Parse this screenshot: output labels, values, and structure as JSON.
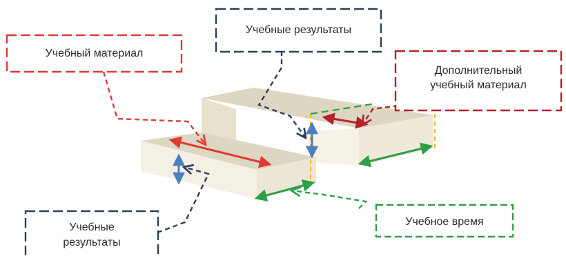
{
  "labels": {
    "learning_material": "Учебный материал",
    "learning_outcomes_top": "Учебные результаты",
    "additional_material_line1": "Дополнительный",
    "additional_material_line2": "учебный материал",
    "learning_outcomes_bottom_line1": "Учебные",
    "learning_outcomes_bottom_line2": "результаты",
    "learning_time": "Учебное время"
  },
  "colors": {
    "material": "#e03a34",
    "additional_material": "#b3232a",
    "outcomes": "#2f3e57",
    "outcome_arrow": "#4a7fc1",
    "time": "#2e9e47",
    "boundary": "#f0b629",
    "step_top": "#ddd6c2",
    "step_front": "#f2eedf",
    "step_side": "#e7e1cd"
  }
}
